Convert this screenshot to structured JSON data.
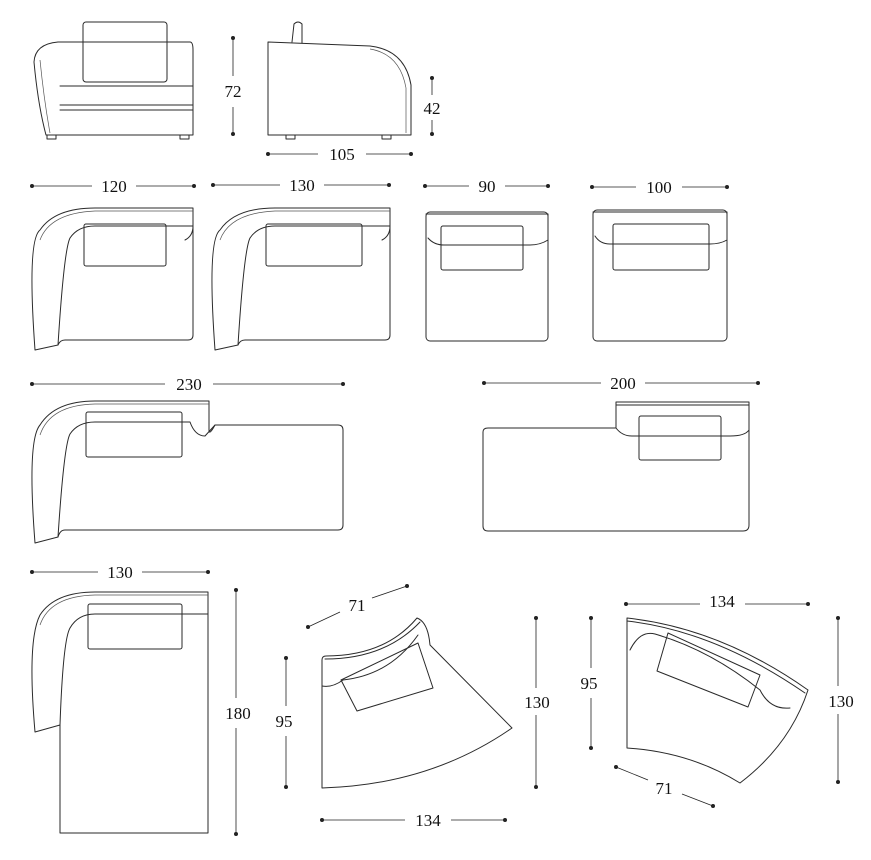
{
  "dimensions": {
    "elev_height": "72",
    "side_seat": "42",
    "side_depth": "105",
    "w120": "120",
    "w130a": "130",
    "w90": "90",
    "w100": "100",
    "w230": "230",
    "w200": "200",
    "w130b": "130",
    "h180": "180",
    "c1_71": "71",
    "c1_95": "95",
    "c1_130": "130",
    "c1_134": "134",
    "c2_134": "134",
    "c2_95": "95",
    "c2_130": "130",
    "c2_71": "71"
  }
}
